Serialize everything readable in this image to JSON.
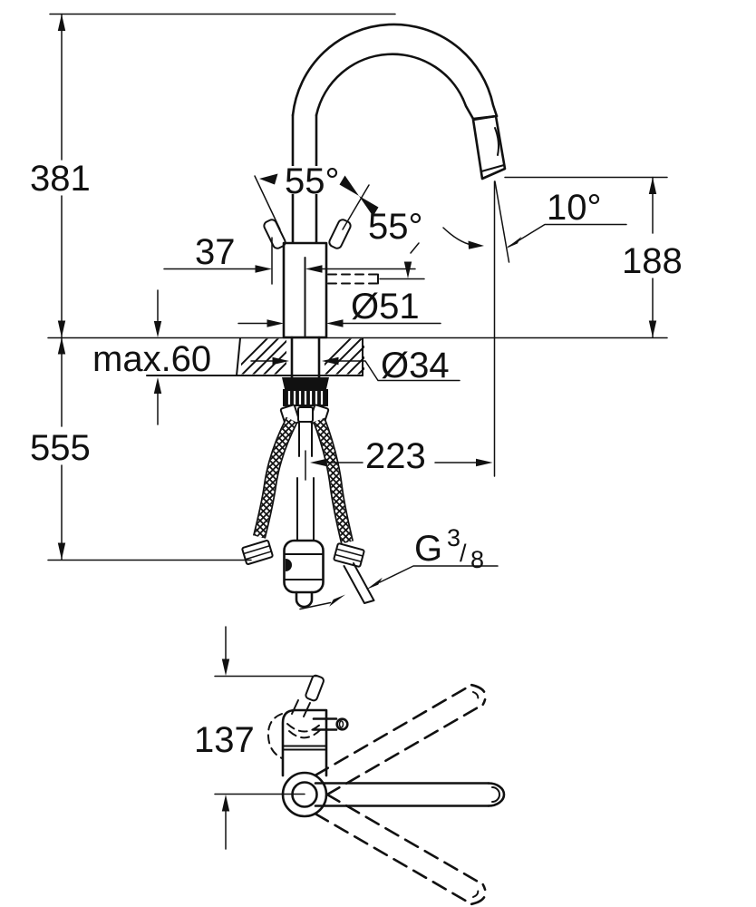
{
  "drawing_title": "faucet-dimension-drawing",
  "colors": {
    "ink": "#111111",
    "paper": "#ffffff"
  },
  "side_view": {
    "height_above_deck": "381",
    "lever_angle_left": "55°",
    "lever_angle_right": "55°",
    "lever_front_offset": "37",
    "spray_angle": "10°",
    "outlet_height": "188",
    "body_diameter": "Ø51",
    "max_deck_thickness": "max.60",
    "hole_diameter": "Ø34",
    "below_deck_length": "555",
    "spout_reach": "223",
    "thread": {
      "prefix": "G",
      "numerator": "3",
      "slash": "/",
      "denominator": "8"
    }
  },
  "plan_view": {
    "lever_projection": "137"
  }
}
